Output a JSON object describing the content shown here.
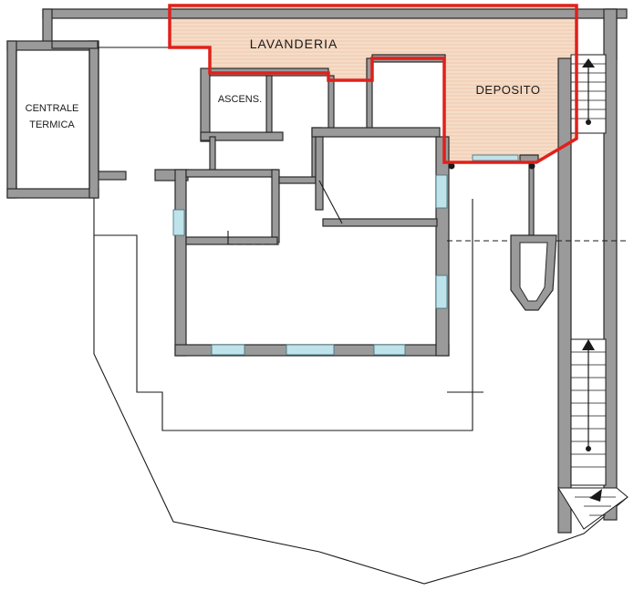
{
  "rooms": {
    "lavanderia": "LAVANDERIA",
    "deposito": "DEPOSITO",
    "ascens": "ASCENS.",
    "centrale_line1": "CENTRALE",
    "centrale_line2": "TERMICA"
  },
  "highlight": {
    "outline_color": "#e0201b",
    "fill_color": "#f6dcc8"
  }
}
